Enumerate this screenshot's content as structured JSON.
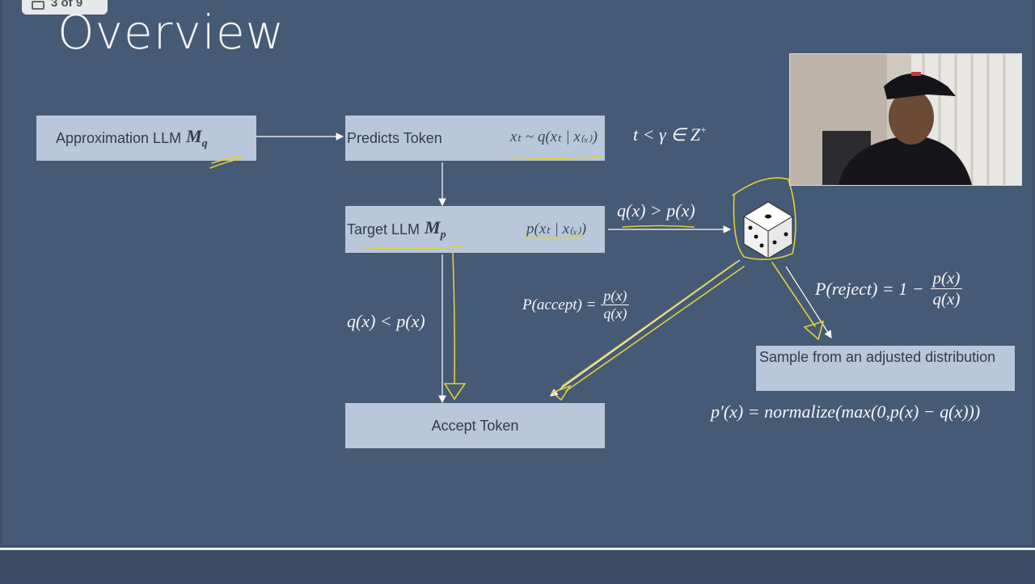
{
  "page_indicator": "3 of 9",
  "title": "Overview",
  "boxes": {
    "approx": "Approximation LLM",
    "approx_sub_m": "M",
    "approx_sub_q": "q",
    "predicts": "Predicts Token",
    "predicts_math": "xₜ ~ q(xₜ | x₍ₓ₎)",
    "target": "Target LLM",
    "target_m": "M",
    "target_p": "p",
    "target_math": "p(xₜ | x₍ₓ₎)",
    "accept": "Accept Token",
    "sample": "Sample from an adjusted distribution"
  },
  "formulas": {
    "t_gamma": "t < γ ∈ Z",
    "t_gamma_sup": "+",
    "q_gt_p": "q(x) > p(x)",
    "q_lt_p": "q(x) < p(x)",
    "p_accept_lhs": "P(accept) =",
    "p_accept_num": "p(x)",
    "p_accept_den": "q(x)",
    "p_reject_lhs": "P(reject) = 1 −",
    "p_reject_num": "p(x)",
    "p_reject_den": "q(x)",
    "p_prime": "p′(x) = normalize(max(0,p(x) − q(x)))"
  },
  "icons": {
    "dice": "dice-icon",
    "layout": "slides-icon"
  },
  "colors": {
    "slide_bg": "#455a75",
    "box_bg": "#b8c7d9",
    "annotation": "#e2cf3a"
  }
}
